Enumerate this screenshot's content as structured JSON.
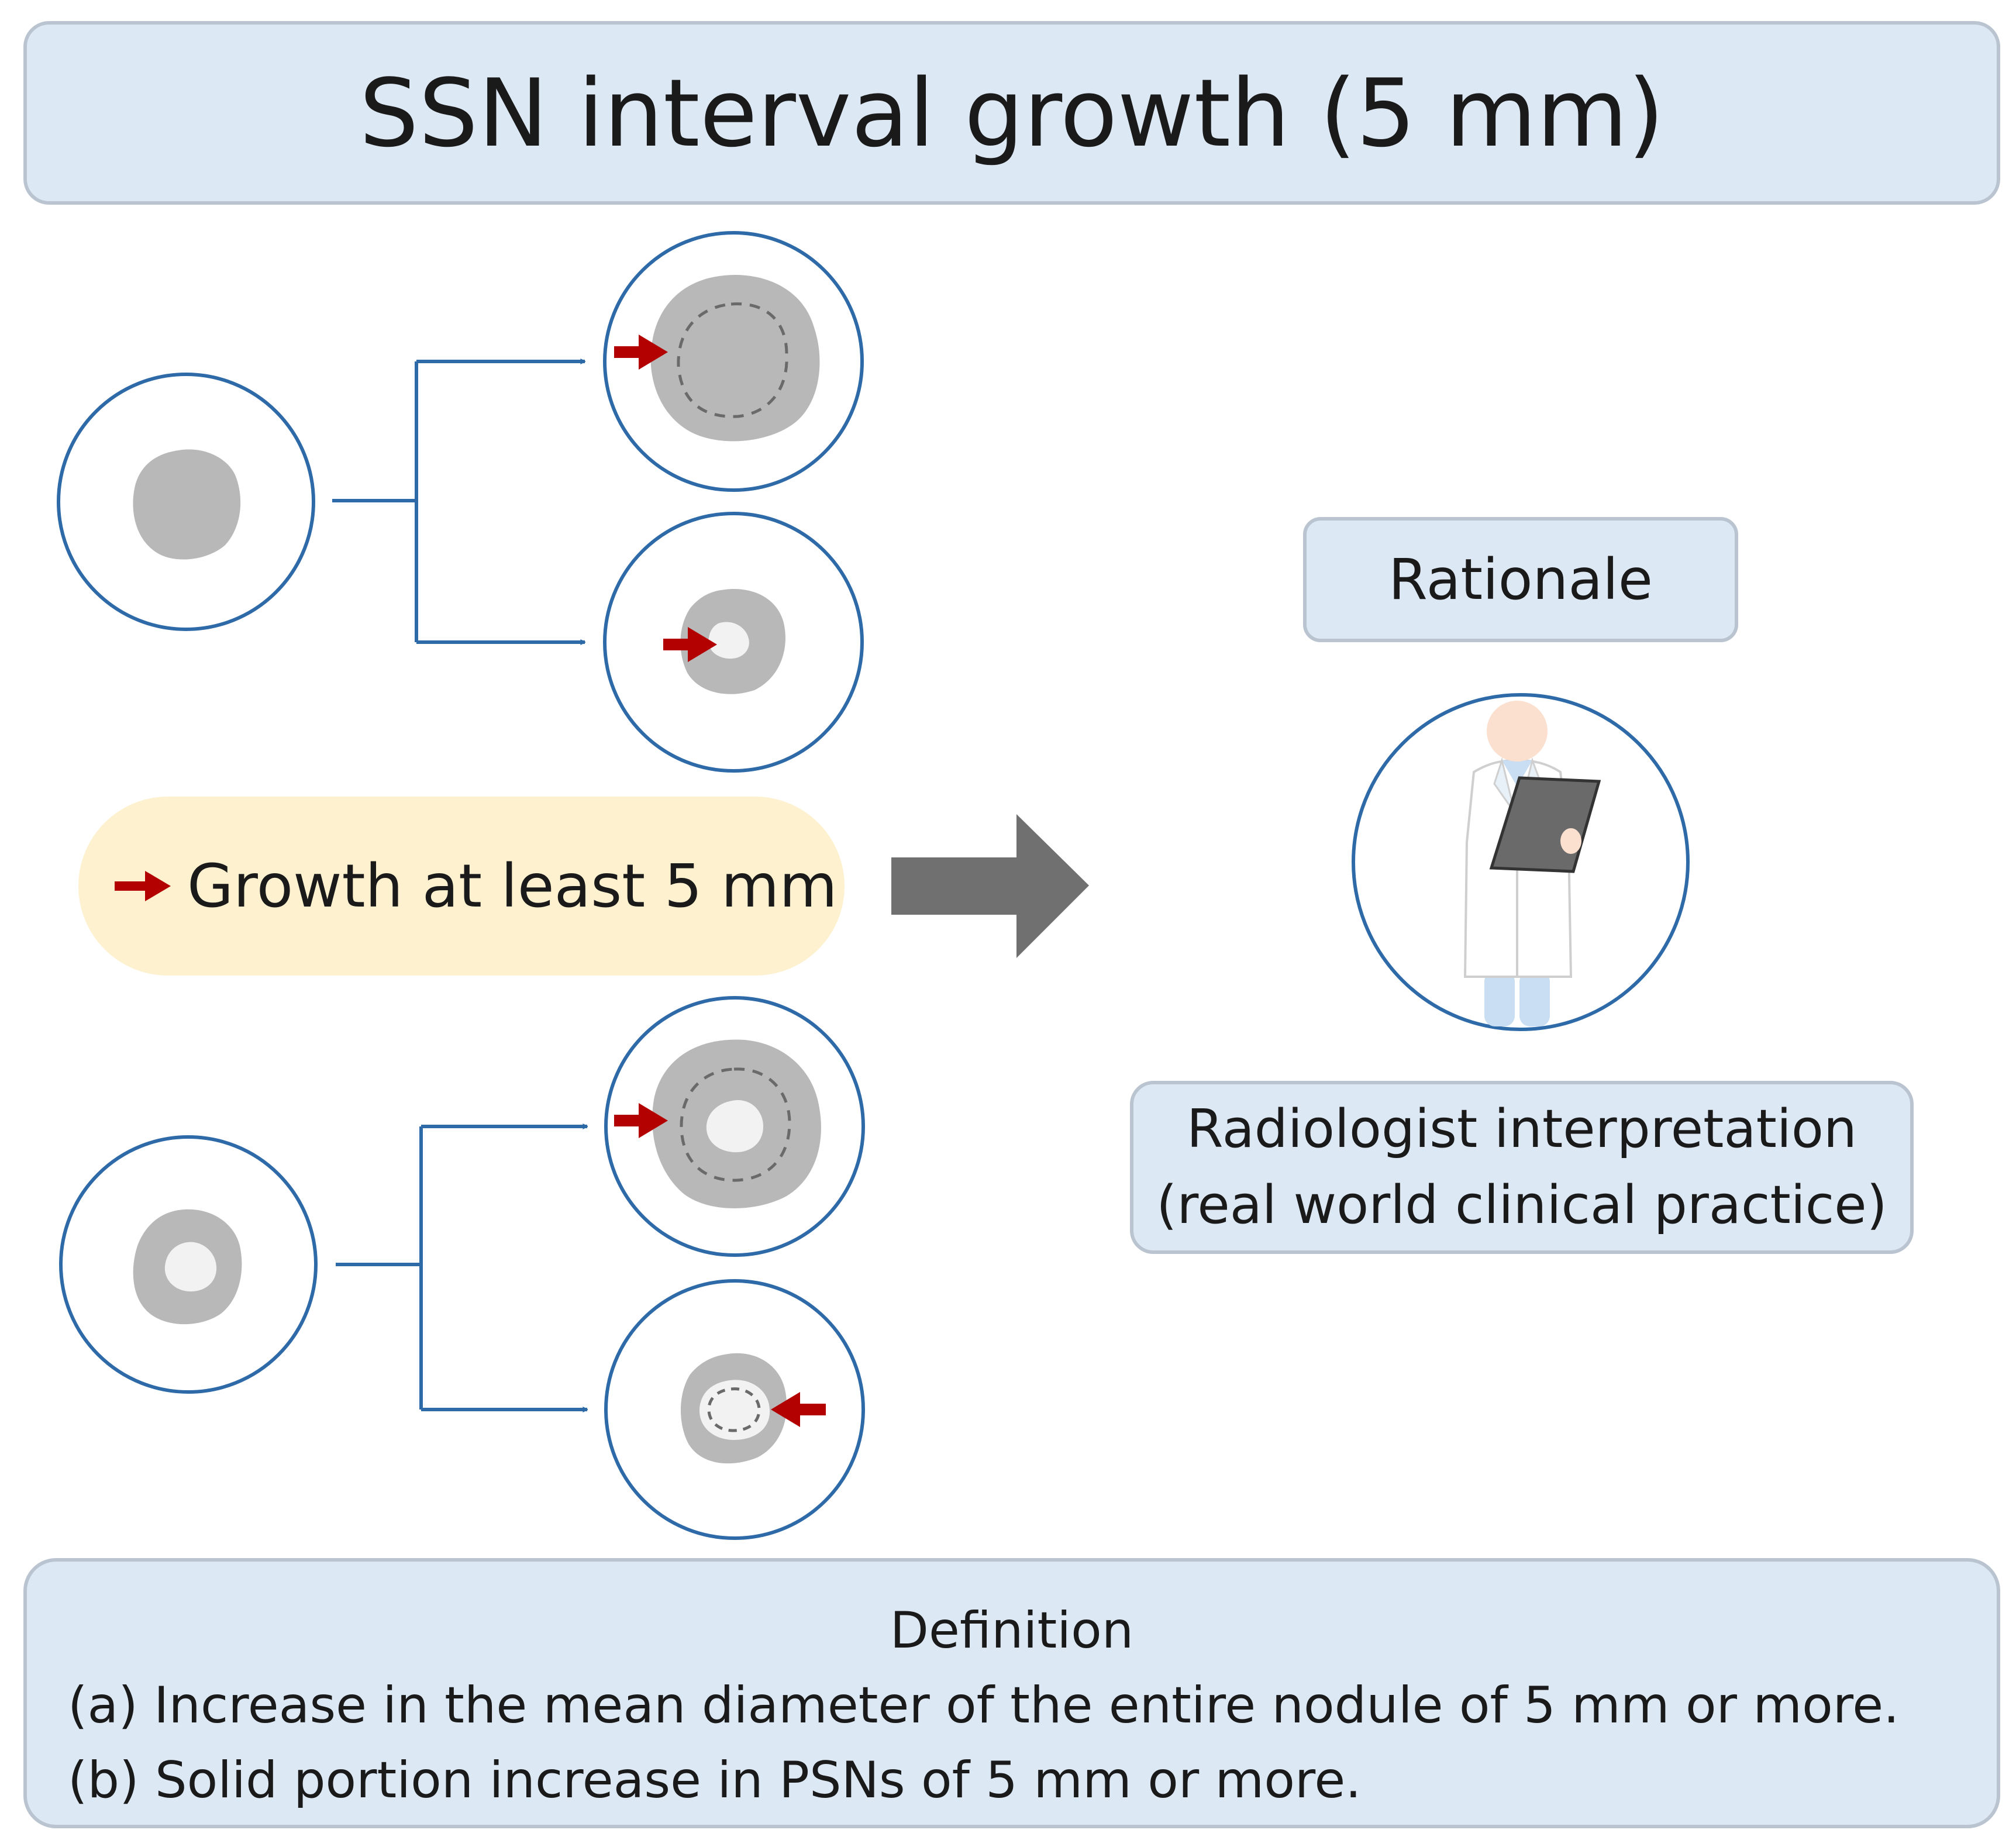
{
  "title": "SSN interval growth (5 mm)",
  "legend": {
    "label": "Growth at least 5 mm",
    "arrow_icon": "red-arrow-icon"
  },
  "rationale": {
    "heading": "Rationale",
    "figure_icon": "radiologist-with-clipboard-icon",
    "caption_line1": "Radiologist interpretation",
    "caption_line2": "(real world clinical practice)"
  },
  "definition": {
    "heading": "Definition",
    "line_a": "(a) Increase in the mean diameter of the entire nodule of 5 mm or more.",
    "line_b": "(b) Solid portion increase in PSNs of 5 mm or more."
  },
  "colors": {
    "banner_fill": "#dde8f5",
    "banner_border": "#b9c4d0",
    "circle_stroke": "#2e6aa8",
    "nodule_gray": "#b8b8b8",
    "solid_light": "#f2f2f2",
    "growth_arrow": "#b30000",
    "pill_fill": "#fdf1cf",
    "big_arrow": "#707070"
  }
}
